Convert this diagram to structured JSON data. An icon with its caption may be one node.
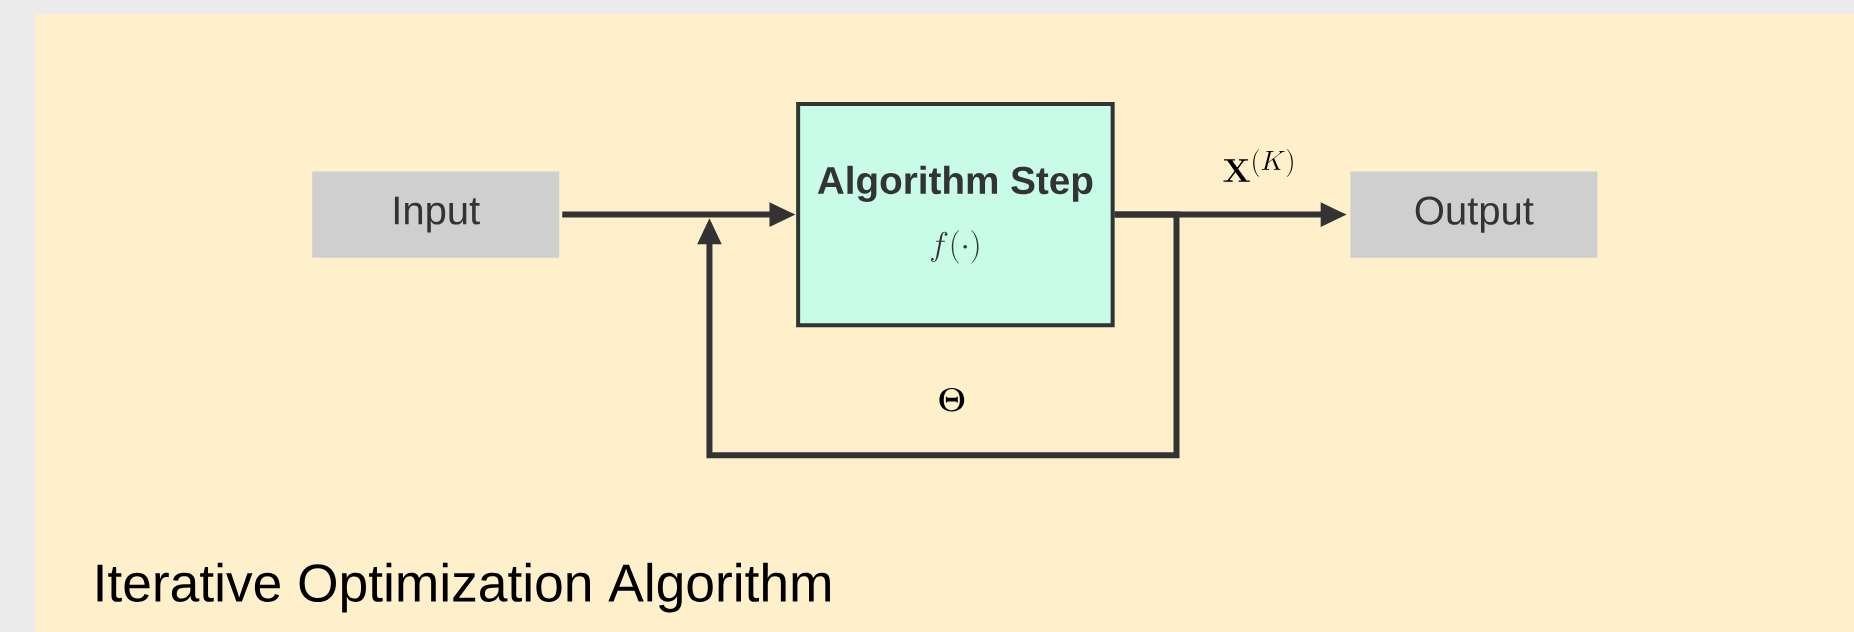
{
  "diagram": {
    "caption": "Iterative Optimization Algorithm",
    "nodes": [
      {
        "text": [
          "Input"
        ]
      },
      {
        "text": [
          "Algorithm Step",
          "f(\\cdot)"
        ]
      },
      {
        "text": [
          "Output"
        ]
      }
    ],
    "edges": [
      {
        "from": 0,
        "to": 1,
        "arrow": "to"
      },
      {
        "from": 1,
        "to": 2,
        "arrow": "to",
        "label": "\\mathbf{X}^{(K)}"
      },
      {
        "from": 1,
        "to": 1,
        "arrow": "to",
        "label": "\\mathbf{\\Theta}"
      }
    ]
  }
}
